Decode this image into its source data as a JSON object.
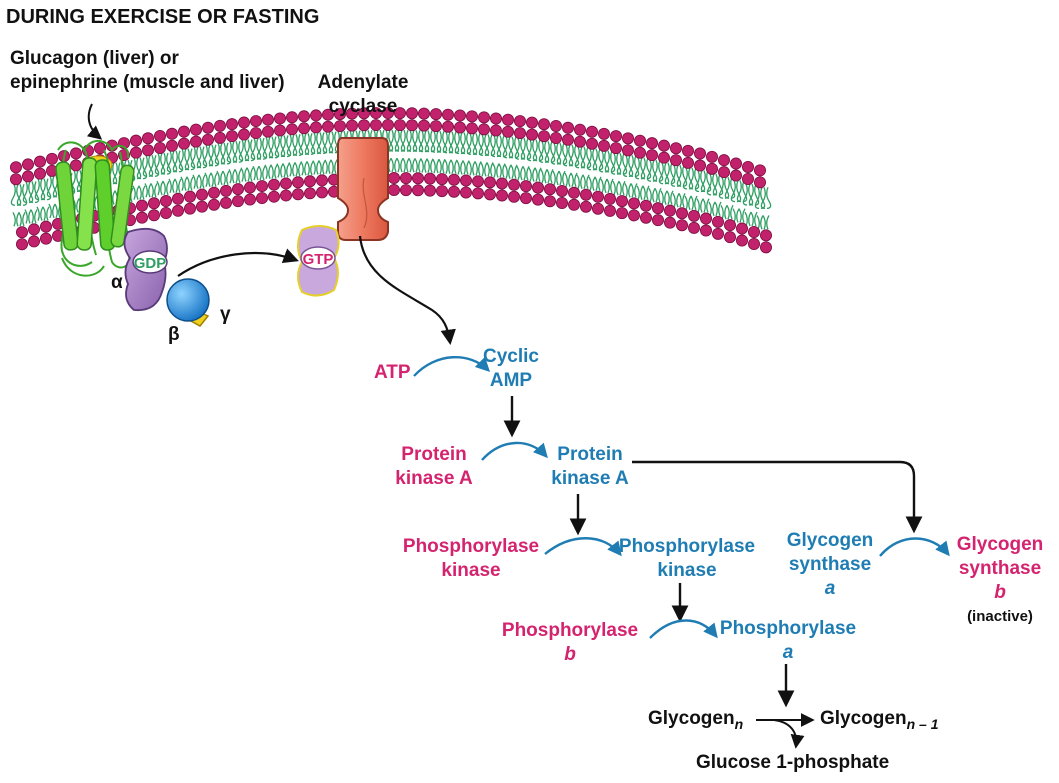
{
  "header": {
    "title": "DURING EXERCISE OR FASTING"
  },
  "hormone": {
    "line1": "Glucagon (liver) or",
    "line2": "epinephrine (muscle and liver)"
  },
  "adenylate": {
    "line1": "Adenylate",
    "line2": "cyclase"
  },
  "gprotein": {
    "alpha": "α",
    "beta": "β",
    "gamma": "γ",
    "gdp": "GDP",
    "gtp": "GTP"
  },
  "camp": {
    "atp": "ATP",
    "cyclic": "Cyclic",
    "amp": "AMP"
  },
  "pka": {
    "inactive_l1": "Protein",
    "inactive_l2": "kinase A",
    "active_l1": "Protein",
    "active_l2": "kinase A"
  },
  "phk": {
    "inactive_l1": "Phosphorylase",
    "inactive_l2": "kinase",
    "active_l1": "Phosphorylase",
    "active_l2": "kinase"
  },
  "gs": {
    "active_l1": "Glycogen",
    "active_l2": "synthase",
    "active_l3": "a",
    "inactive_l1": "Glycogen",
    "inactive_l2": "synthase",
    "inactive_l3": "b",
    "note": "(inactive)"
  },
  "ph": {
    "inactive_l1": "Phosphorylase",
    "inactive_l2": "b",
    "active_l1": "Phosphorylase",
    "active_l2": "a"
  },
  "glycogen": {
    "left": "Glycogen",
    "left_sub": "n",
    "right": "Glycogen",
    "right_sub": "n – 1",
    "product": "Glucose 1-phosphate"
  },
  "colors": {
    "pink": "#d4246f",
    "blue": "#1f7db3",
    "lipid_head": "#c2216c",
    "lipid_tail": "#2e9e62",
    "receptor": "#5fcf2c",
    "adenylate": "#f07b62",
    "g_protein": "#a784c2",
    "beta_subunit": "#1e8de0",
    "gamma_subunit": "#f1d01c"
  }
}
